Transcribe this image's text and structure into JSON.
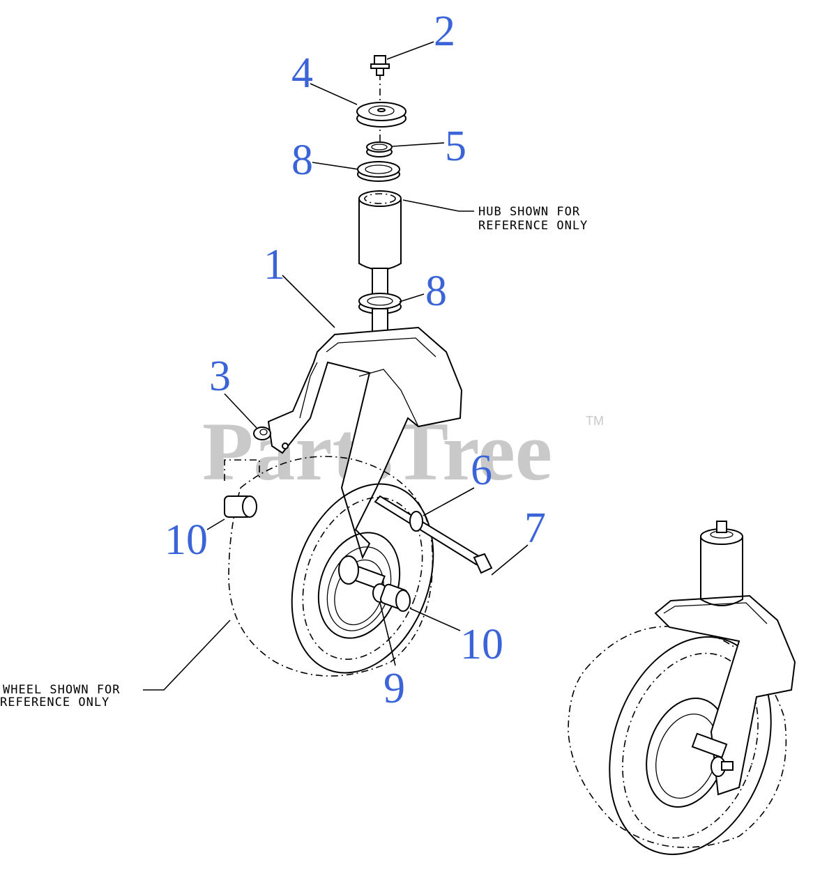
{
  "colors": {
    "callout": "#3a64d8",
    "line": "#000000",
    "watermark": "#c9c9c9",
    "background": "#ffffff"
  },
  "watermark": {
    "text": "PartsTree",
    "trademark": "TM"
  },
  "notes": {
    "hub_line1": "HUB SHOWN FOR",
    "hub_line2": "REFERENCE ONLY",
    "wheel_line1": "WHEEL SHOWN FOR",
    "wheel_line2": "REFERENCE ONLY"
  },
  "callouts": {
    "c1": "1",
    "c2": "2",
    "c3": "3",
    "c4": "4",
    "c5": "5",
    "c6": "6",
    "c7": "7",
    "c8a": "8",
    "c8b": "8",
    "c9": "9",
    "c10a": "10",
    "c10b": "10"
  }
}
